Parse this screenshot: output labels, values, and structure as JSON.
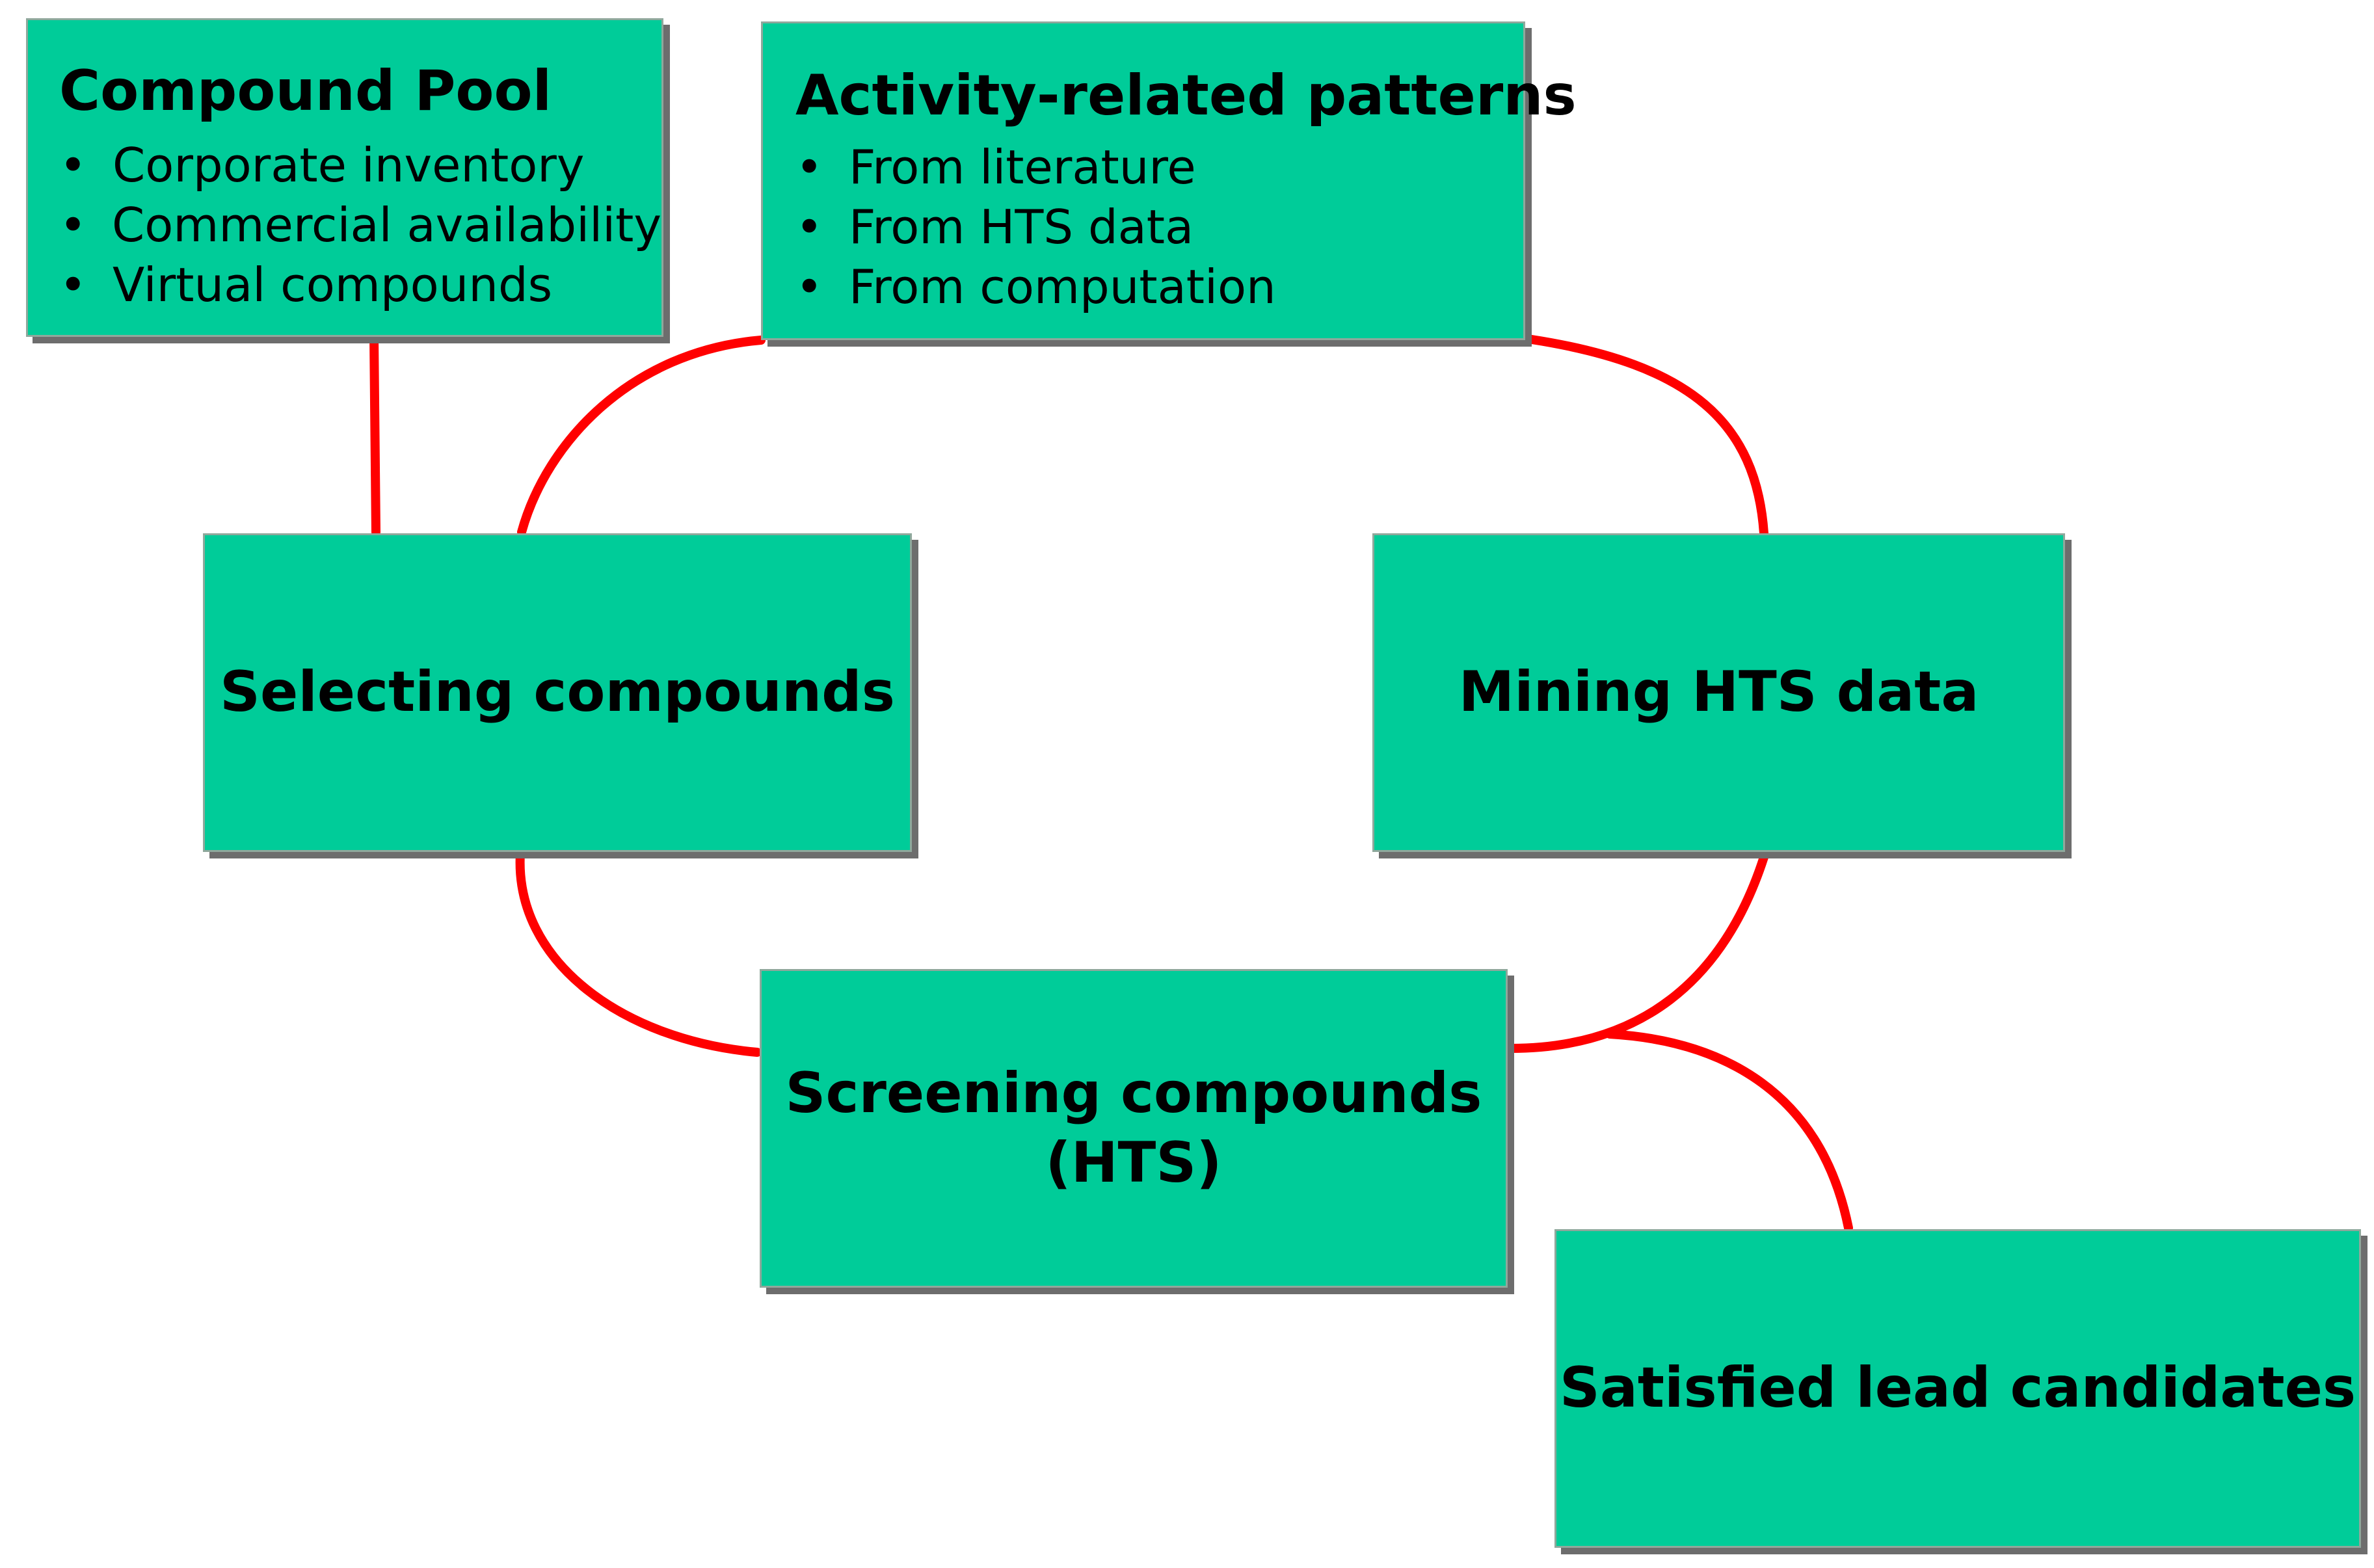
{
  "colors": {
    "box_fill": "#00cc99",
    "arrow": "#ff0000"
  },
  "nodes": {
    "compound_pool": {
      "title": "Compound Pool",
      "items": [
        "Corporate inventory",
        "Commercial availability",
        "Virtual compounds"
      ]
    },
    "activity_patterns": {
      "title": "Activity-related patterns",
      "items": [
        "From literature",
        "From HTS data",
        "From computation"
      ]
    },
    "selecting": {
      "label": "Selecting compounds"
    },
    "mining": {
      "label": "Mining HTS data"
    },
    "screening": {
      "label": "Screening compounds\n(HTS)"
    },
    "satisfied": {
      "label": "Satisfied lead candidates"
    }
  },
  "edges": [
    {
      "from": "compound_pool",
      "to": "selecting"
    },
    {
      "from": "activity_patterns",
      "to": "selecting"
    },
    {
      "from": "selecting",
      "to": "screening"
    },
    {
      "from": "screening",
      "to": "mining"
    },
    {
      "from": "mining",
      "to": "activity_patterns"
    },
    {
      "from": "screening",
      "to": "satisfied"
    }
  ]
}
